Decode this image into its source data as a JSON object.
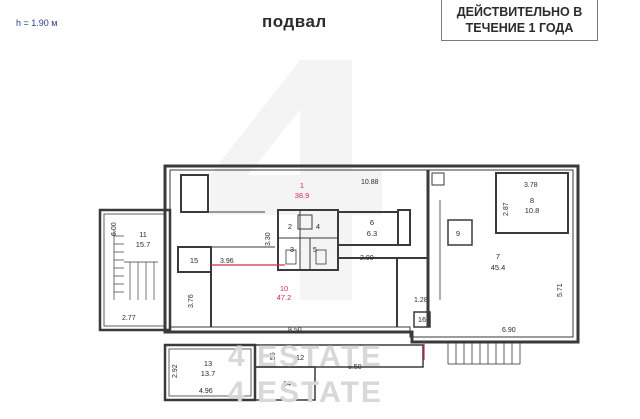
{
  "header": {
    "ceiling_height": "h = 1.90 м",
    "floor_title": "подвал",
    "validity_line1": "ДЕЙСТВИТЕЛЬНО В",
    "validity_line2": "ТЕЧЕНИЕ 1 ГОДА"
  },
  "watermark": {
    "text1": "4 ESTATE",
    "text2": "4 ESTATE"
  },
  "rooms": [
    {
      "id": "r1",
      "number": "1",
      "area": "38.9"
    },
    {
      "id": "r2",
      "number": "2",
      "area": ""
    },
    {
      "id": "r3",
      "number": "3",
      "area": ""
    },
    {
      "id": "r4",
      "number": "4",
      "area": ""
    },
    {
      "id": "r5",
      "number": "5",
      "area": ""
    },
    {
      "id": "r6",
      "number": "6",
      "area": "6.3"
    },
    {
      "id": "r7",
      "number": "7",
      "area": "45.4"
    },
    {
      "id": "r8",
      "number": "8",
      "area": "10.8"
    },
    {
      "id": "r9",
      "number": "9",
      "area": ""
    },
    {
      "id": "r10",
      "number": "10",
      "area": "47.2"
    },
    {
      "id": "r11",
      "number": "11",
      "area": "15.7"
    },
    {
      "id": "r12",
      "number": "12",
      "area": ""
    },
    {
      "id": "r13",
      "number": "13",
      "area": "13.7"
    },
    {
      "id": "r14",
      "number": "14",
      "area": ""
    },
    {
      "id": "r15",
      "number": "15",
      "area": ""
    },
    {
      "id": "r16",
      "number": "16",
      "area": ""
    }
  ],
  "dimensions": [
    "10.88",
    "3.78",
    "2.87",
    "3.30",
    "3.96",
    "2.90",
    "5.71",
    "1.28",
    "3.76",
    "8.50",
    "6.90",
    "6.00",
    "2.77",
    "2.92",
    "4.96",
    "1.56",
    "8.50"
  ],
  "colors": {
    "wall": "#3a3a3a",
    "accent": "#d42a4a",
    "text": "#2b2b2b",
    "blue": "#2a3d8f"
  }
}
